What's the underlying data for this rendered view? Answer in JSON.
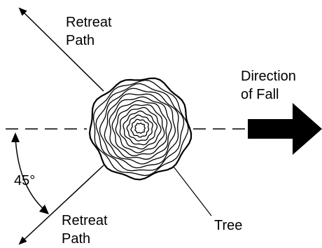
{
  "labels": {
    "retreat_upper_line1": "Retreat",
    "retreat_upper_line2": "Path",
    "direction_line1": "Direction",
    "direction_line2": "of Fall",
    "angle": "45°",
    "retreat_lower_line1": "Retreat",
    "retreat_lower_line2": "Path",
    "tree": "Tree"
  },
  "diagram": {
    "retreat_angle_degrees": 45,
    "stump_ring_count": 13
  },
  "colors": {
    "ink": "#000000",
    "background": "#ffffff"
  }
}
